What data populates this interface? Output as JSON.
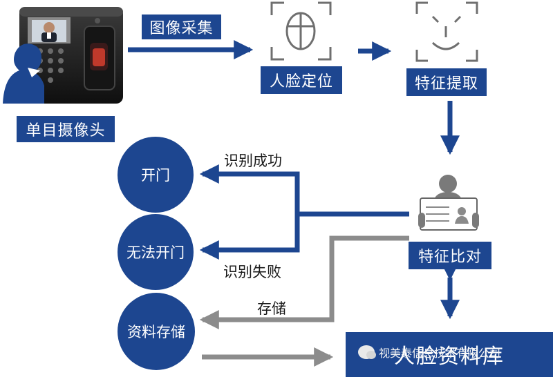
{
  "steps": {
    "capture": "图像采集",
    "locate": "人脸定位",
    "extract": "特征提取",
    "camera": "单目摄像头",
    "compare": "特征比对"
  },
  "outcomes": {
    "open_door": "开门",
    "cannot_open": "无法开门",
    "store_data": "资料存储"
  },
  "edges": {
    "success": "识别成功",
    "failure": "识别失败",
    "storage": "存储"
  },
  "database": {
    "title": "人脸资料库"
  },
  "watermark": {
    "text": "视美泰信息技术有限公司"
  },
  "colors": {
    "primary_blue": "#1d4690",
    "arrow_gray": "#8c8c8c"
  },
  "icons": {
    "device": "fingerprint-face-terminal",
    "user": "user-silhouette",
    "face_frame": "face-outline-frame",
    "smile_frame": "smiley-frame",
    "id_card": "id-card-person"
  }
}
